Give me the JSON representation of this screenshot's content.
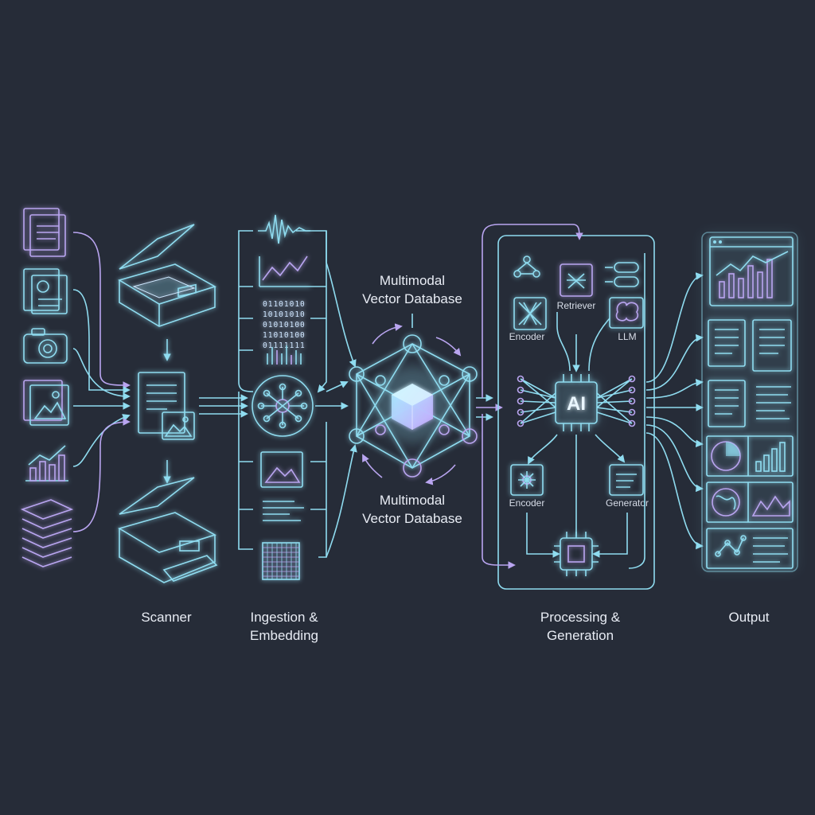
{
  "stages": {
    "scanner": "Scanner",
    "ingestion_line1": "Ingestion &",
    "ingestion_line2": "Embedding",
    "processing_line1": "Processing &",
    "processing_line2": "Generation",
    "output": "Output"
  },
  "database": {
    "top_line1": "Multimodal",
    "top_line2": "Vector Database",
    "bottom_line1": "Multimodal",
    "bottom_line2": "Vector Database"
  },
  "processing": {
    "retriever": "Retriever",
    "encoder_top": "Encoder",
    "llm": "LLM",
    "ai": "AI",
    "encoder_bottom": "Encoder",
    "generator": "Generator"
  },
  "binary_rows": [
    "01101010",
    "10101010",
    "01010100",
    "11010100",
    "01111111"
  ],
  "icons": {
    "inputs": [
      "documents-stack-icon",
      "chart-document-icon",
      "camera-icon",
      "image-file-icon",
      "bar-chart-icon",
      "paper-stack-icon"
    ],
    "ingestion": [
      "waveform-icon",
      "line-chart-icon",
      "binary-text-icon",
      "barcode-icon",
      "embedding-hub-icon",
      "image-icon",
      "text-lines-icon",
      "matrix-grid-icon"
    ],
    "outputs": [
      "dashboard-icon",
      "report-document-icon",
      "text-document-icon",
      "pie-chart-panel-icon",
      "map-chart-panel-icon",
      "graph-panel-icon"
    ]
  },
  "colors": {
    "background": "#262c38",
    "cyan": "#8fdcf0",
    "purple": "#b9a5f0",
    "text": "#e8ecf4"
  }
}
